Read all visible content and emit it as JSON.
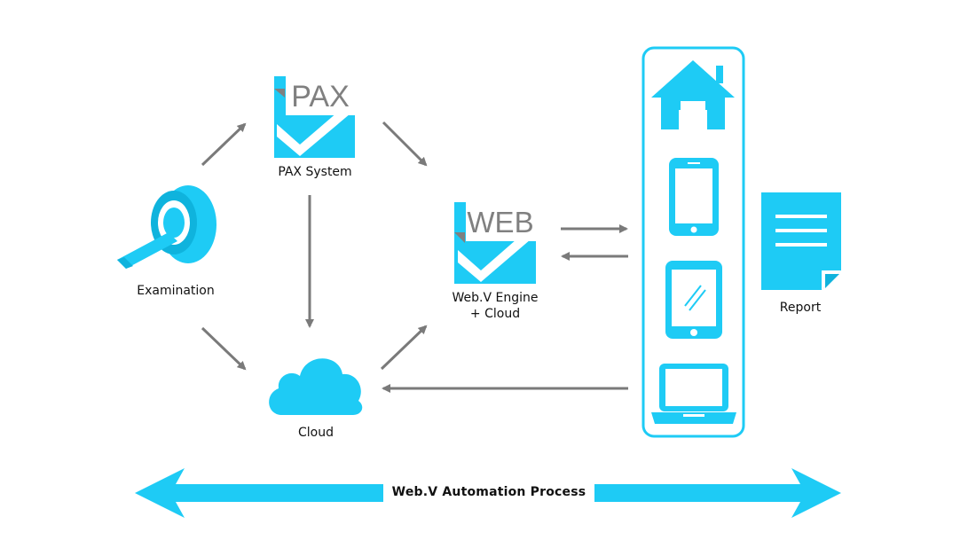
{
  "colors": {
    "accent": "#1ecbf5",
    "accent_dark": "#0fb3dd",
    "arrow_gray": "#7a7a7a",
    "logo_gray": "#808080",
    "text": "#111111"
  },
  "nodes": {
    "pax": {
      "logo_text": "PAX",
      "label": "PAX System",
      "icon": "pax-logo-icon"
    },
    "examination": {
      "label": "Examination",
      "icon": "mri-scanner-icon"
    },
    "web": {
      "logo_text": "WEB",
      "label_line1": "Web.V Engine",
      "label_line2": "+ Cloud",
      "icon": "web-logo-icon"
    },
    "cloud": {
      "label": "Cloud",
      "icon": "cloud-icon"
    },
    "report": {
      "label": "Report",
      "icon": "report-document-icon"
    }
  },
  "devices_panel": {
    "items": [
      "home-icon",
      "phone-icon",
      "tablet-icon",
      "laptop-icon"
    ]
  },
  "banner": {
    "label": "Web.V Automation Process"
  }
}
